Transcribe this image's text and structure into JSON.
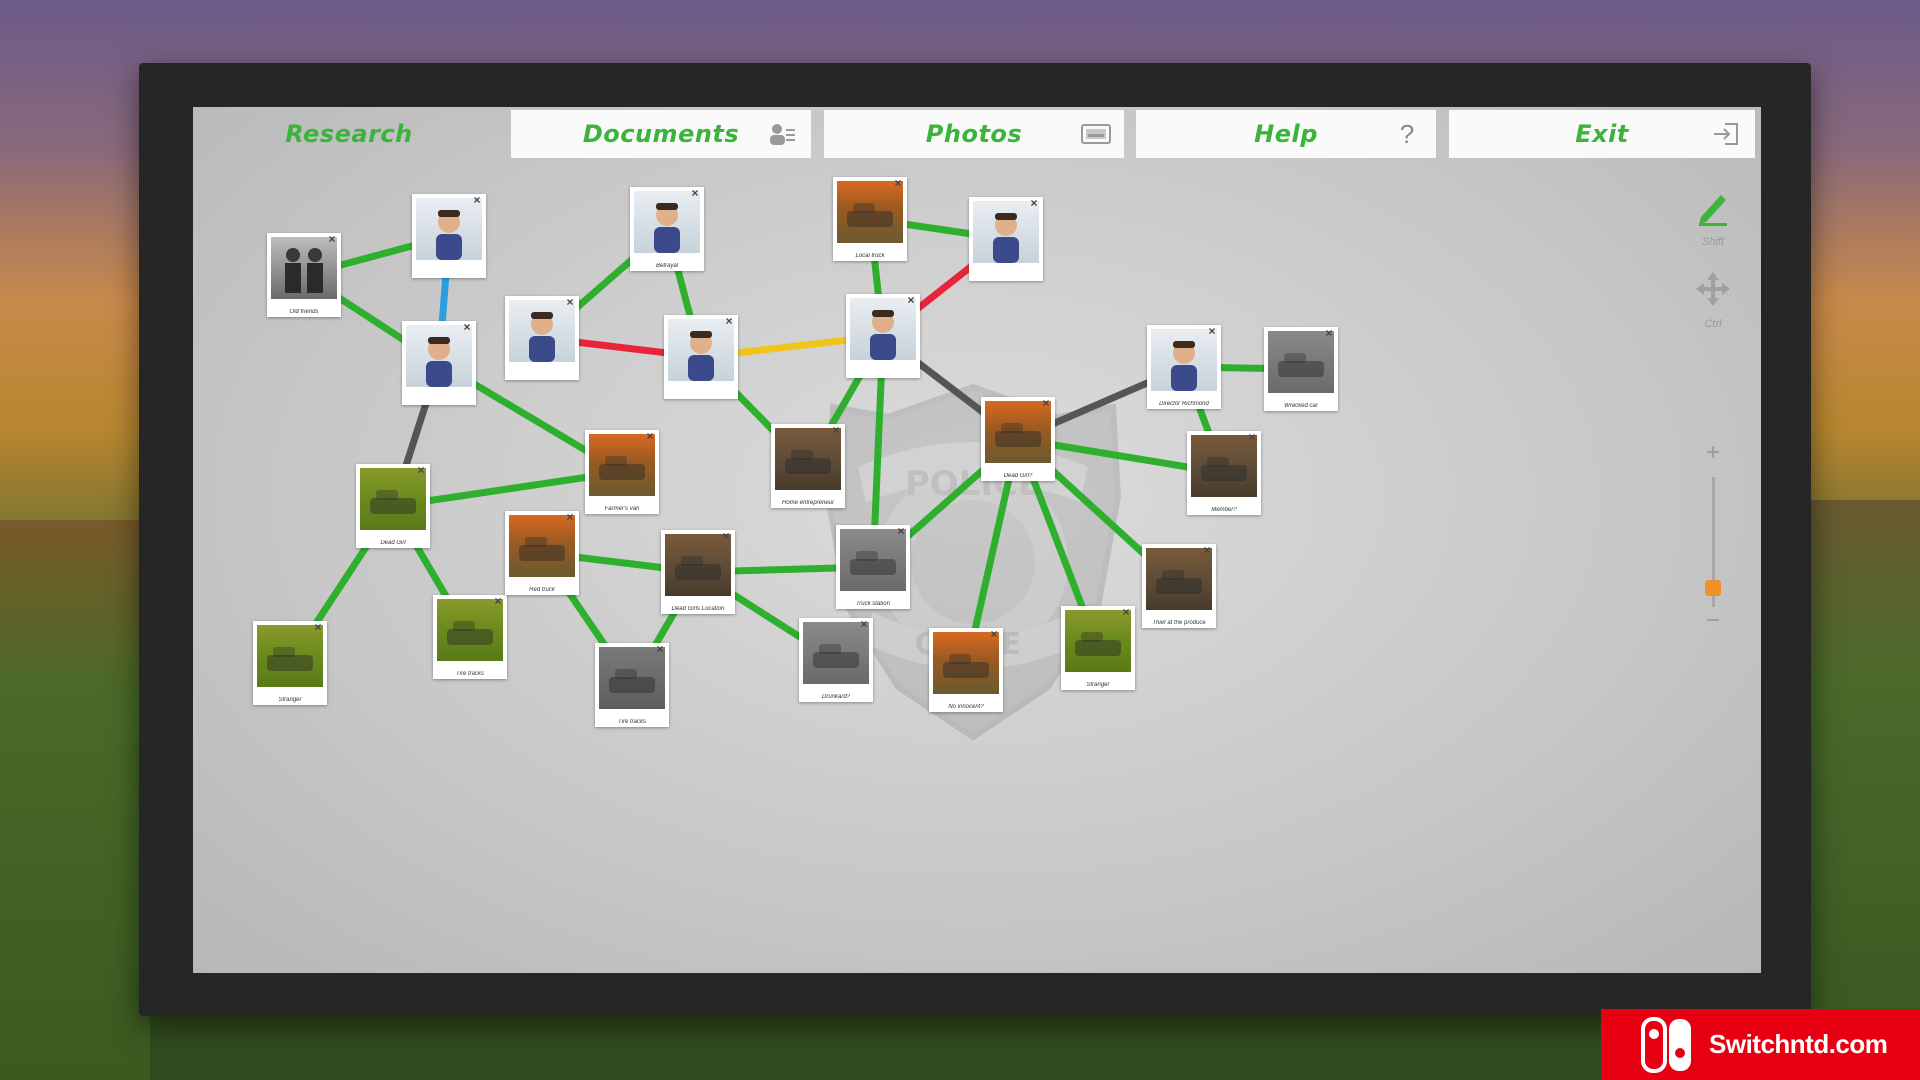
{
  "tabs": [
    {
      "label": "Research",
      "active": true,
      "icon": ""
    },
    {
      "label": "Documents",
      "active": false,
      "icon": "documents-icon"
    },
    {
      "label": "Photos",
      "active": false,
      "icon": "photos-icon"
    },
    {
      "label": "Help",
      "active": false,
      "icon": "help-icon"
    },
    {
      "label": "Exit",
      "active": false,
      "icon": "exit-icon"
    }
  ],
  "toolbar": {
    "draw": {
      "icon": "pen-icon",
      "key": "Shift"
    },
    "move": {
      "icon": "move-icon",
      "key": "Ctrl"
    },
    "zoom": {
      "plus": "+",
      "minus": "−",
      "level": 0.15
    }
  },
  "badge": {
    "top_text": "POLICE",
    "bottom_text": "CRIME"
  },
  "colors": {
    "accent": "#3cb43c",
    "green_link": "#2eb02e",
    "red_link": "#e8243a",
    "yellow_link": "#f0c419",
    "blue_link": "#2a9fe0",
    "grey_link": "#555555",
    "zoom_handle": "#f0912a"
  },
  "cards": [
    {
      "id": "c1",
      "caption": "Old friends"
    },
    {
      "id": "c2",
      "caption": ""
    },
    {
      "id": "c3",
      "caption": ""
    },
    {
      "id": "c4",
      "caption": "Dead Girl"
    },
    {
      "id": "c5",
      "caption": "Stranger"
    },
    {
      "id": "c6",
      "caption": "Tire tracks"
    },
    {
      "id": "c7",
      "caption": "Farmer's van"
    },
    {
      "id": "c8",
      "caption": ""
    },
    {
      "id": "c9",
      "caption": "Betrayal"
    },
    {
      "id": "c10",
      "caption": ""
    },
    {
      "id": "c11",
      "caption": "Red truck"
    },
    {
      "id": "c12",
      "caption": "Tire tracks"
    },
    {
      "id": "c13",
      "caption": "Dead Girls Location"
    },
    {
      "id": "c14",
      "caption": "Home entrepreneur"
    },
    {
      "id": "c15",
      "caption": "Local truck"
    },
    {
      "id": "c16",
      "caption": ""
    },
    {
      "id": "c17",
      "caption": ""
    },
    {
      "id": "c18",
      "caption": "Truck station"
    },
    {
      "id": "c19",
      "caption": "Drunkard?"
    },
    {
      "id": "c20",
      "caption": "Dead Girl?"
    },
    {
      "id": "c21",
      "caption": "No innocent?"
    },
    {
      "id": "c22",
      "caption": "Stranger"
    },
    {
      "id": "c23",
      "caption": "Thief at the produce"
    },
    {
      "id": "c24",
      "caption": "Member?"
    },
    {
      "id": "c25",
      "caption": "Director Richmond"
    },
    {
      "id": "c26",
      "caption": "Wrecked car"
    }
  ],
  "edges": [
    {
      "from": "c1",
      "to": "c2",
      "color": "green"
    },
    {
      "from": "c1",
      "to": "c3",
      "color": "green"
    },
    {
      "from": "c2",
      "to": "c3",
      "color": "blue"
    },
    {
      "from": "c3",
      "to": "c4",
      "color": "grey"
    },
    {
      "from": "c3",
      "to": "c7",
      "color": "green"
    },
    {
      "from": "c4",
      "to": "c7",
      "color": "green"
    },
    {
      "from": "c4",
      "to": "c5",
      "color": "green"
    },
    {
      "from": "c4",
      "to": "c6",
      "color": "green"
    },
    {
      "from": "c8",
      "to": "c9",
      "color": "green"
    },
    {
      "from": "c8",
      "to": "c10",
      "color": "red"
    },
    {
      "from": "c9",
      "to": "c10",
      "color": "green"
    },
    {
      "from": "c10",
      "to": "c14",
      "color": "green"
    },
    {
      "from": "c10",
      "to": "c17",
      "color": "yellow"
    },
    {
      "from": "c15",
      "to": "c16",
      "color": "green"
    },
    {
      "from": "c15",
      "to": "c17",
      "color": "green"
    },
    {
      "from": "c16",
      "to": "c17",
      "color": "red"
    },
    {
      "from": "c17",
      "to": "c14",
      "color": "green"
    },
    {
      "from": "c17",
      "to": "c18",
      "color": "green"
    },
    {
      "from": "c17",
      "to": "c20",
      "color": "grey"
    },
    {
      "from": "c11",
      "to": "c13",
      "color": "green"
    },
    {
      "from": "c11",
      "to": "c12",
      "color": "green"
    },
    {
      "from": "c13",
      "to": "c12",
      "color": "green"
    },
    {
      "from": "c13",
      "to": "c18",
      "color": "green"
    },
    {
      "from": "c13",
      "to": "c19",
      "color": "green"
    },
    {
      "from": "c18",
      "to": "c20",
      "color": "green"
    },
    {
      "from": "c20",
      "to": "c21",
      "color": "green"
    },
    {
      "from": "c20",
      "to": "c22",
      "color": "green"
    },
    {
      "from": "c20",
      "to": "c23",
      "color": "green"
    },
    {
      "from": "c20",
      "to": "c24",
      "color": "green"
    },
    {
      "from": "c20",
      "to": "c25",
      "color": "grey"
    },
    {
      "from": "c25",
      "to": "c26",
      "color": "green"
    },
    {
      "from": "c25",
      "to": "c24",
      "color": "green"
    }
  ],
  "logo": {
    "text": "Switchntd.com"
  }
}
